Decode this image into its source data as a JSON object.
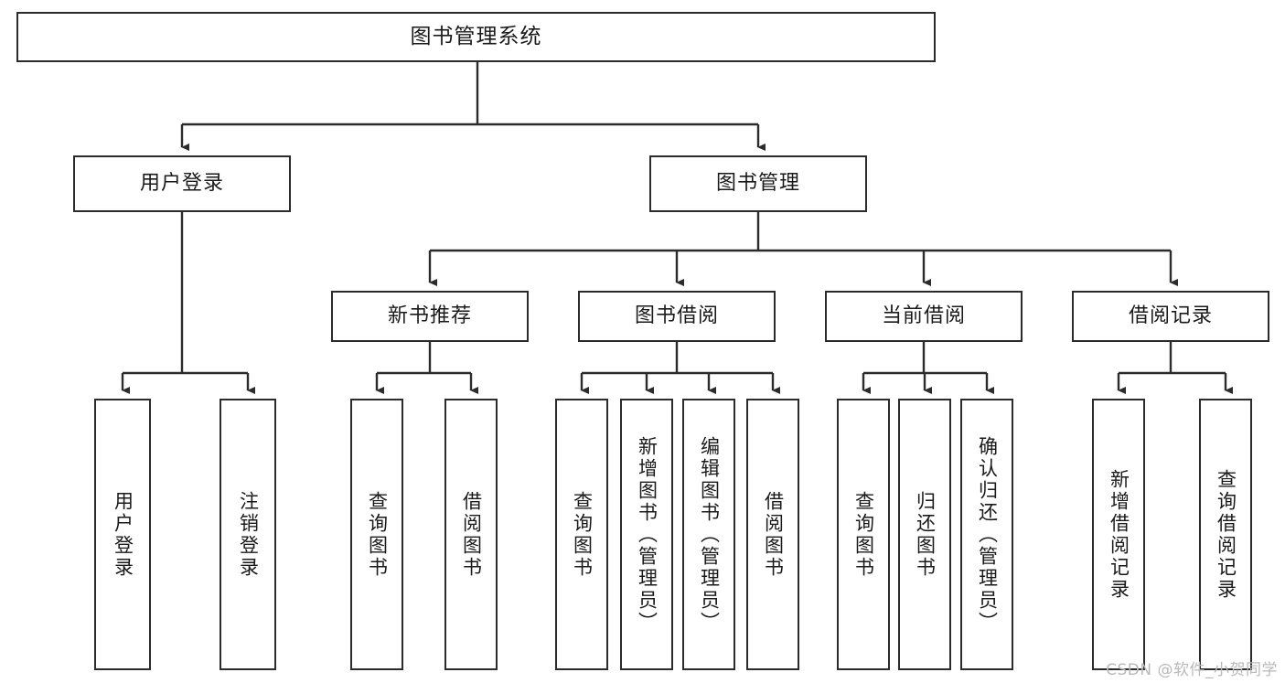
{
  "diagram": {
    "title": "图书管理系统",
    "type": "tree",
    "watermark": "CSDN @软件_小贺同学",
    "colors": {
      "box_border": "#2b2b2b",
      "box_fill": "#ffffff",
      "connector": "#2b2b2b",
      "text": "#1a1a1a",
      "watermark": "#b9b9b9",
      "background": "#ffffff"
    },
    "levels": {
      "root": {
        "id": "root",
        "label": "图书管理系统",
        "orientation": "horizontal"
      },
      "level1": [
        {
          "id": "user-login",
          "label": "用户登录",
          "orientation": "horizontal"
        },
        {
          "id": "book-management",
          "label": "图书管理",
          "orientation": "horizontal"
        }
      ],
      "level2": [
        {
          "id": "new-book-recommend",
          "label": "新书推荐",
          "orientation": "horizontal",
          "parent": "book-management"
        },
        {
          "id": "book-borrow",
          "label": "图书借阅",
          "orientation": "horizontal",
          "parent": "book-management"
        },
        {
          "id": "current-borrow",
          "label": "当前借阅",
          "orientation": "horizontal",
          "parent": "book-management"
        },
        {
          "id": "borrow-record",
          "label": "借阅记录",
          "orientation": "horizontal",
          "parent": "book-management"
        }
      ],
      "leaves": [
        {
          "id": "leaf-user-login",
          "label": "用户登录",
          "orientation": "vertical",
          "parent": "user-login"
        },
        {
          "id": "leaf-user-logout",
          "label": "注销登录",
          "orientation": "vertical",
          "parent": "user-login"
        },
        {
          "id": "leaf-query-book-1",
          "label": "查询图书",
          "orientation": "vertical",
          "parent": "new-book-recommend"
        },
        {
          "id": "leaf-borrow-book-1",
          "label": "借阅图书",
          "orientation": "vertical",
          "parent": "new-book-recommend"
        },
        {
          "id": "leaf-query-book-2",
          "label": "查询图书",
          "orientation": "vertical",
          "parent": "book-borrow"
        },
        {
          "id": "leaf-add-book",
          "label": "新增图书（管理员）",
          "orientation": "vertical",
          "parent": "book-borrow"
        },
        {
          "id": "leaf-edit-book",
          "label": "编辑图书（管理员）",
          "orientation": "vertical",
          "parent": "book-borrow"
        },
        {
          "id": "leaf-borrow-book-2",
          "label": "借阅图书",
          "orientation": "vertical",
          "parent": "book-borrow"
        },
        {
          "id": "leaf-query-book-3",
          "label": "查询图书",
          "orientation": "vertical",
          "parent": "current-borrow"
        },
        {
          "id": "leaf-return-book",
          "label": "归还图书",
          "orientation": "vertical",
          "parent": "current-borrow"
        },
        {
          "id": "leaf-confirm-return",
          "label": "确认归还（管理员）",
          "orientation": "vertical",
          "parent": "current-borrow"
        },
        {
          "id": "leaf-add-record",
          "label": "新增借阅记录",
          "orientation": "vertical",
          "parent": "borrow-record"
        },
        {
          "id": "leaf-query-record",
          "label": "查询借阅记录",
          "orientation": "vertical",
          "parent": "borrow-record"
        }
      ]
    }
  }
}
